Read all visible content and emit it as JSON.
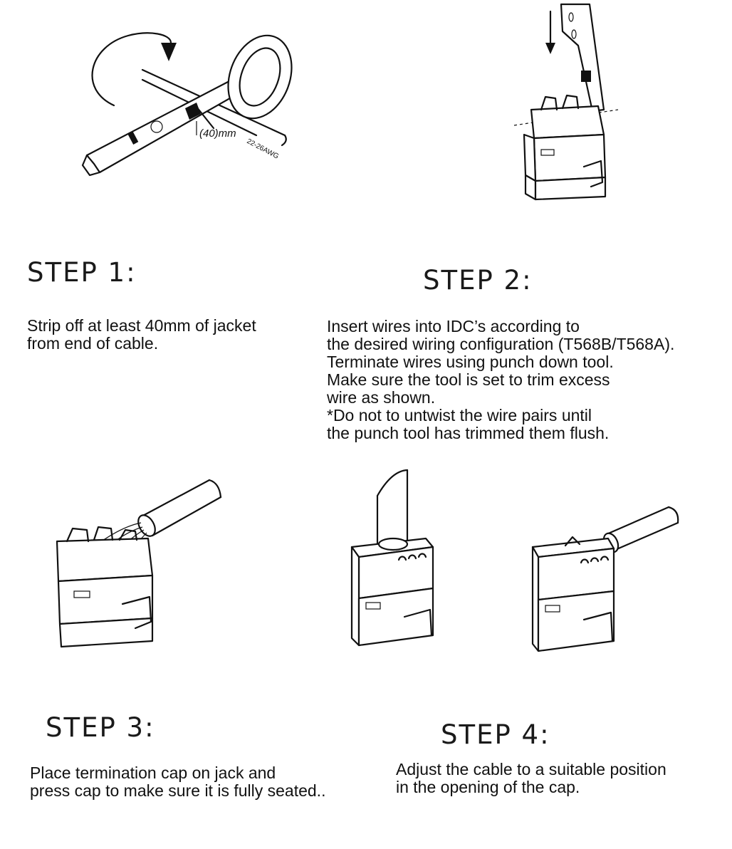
{
  "figure1": {
    "measure_label": "(40)mm",
    "gauge_label": "22-26AWG"
  },
  "steps": [
    {
      "title": "STEP 1:",
      "text": "Strip off at least 40mm of jacket\nfrom end of cable."
    },
    {
      "title": "STEP 2:",
      "text": "Insert wires into IDC’s according to\nthe desired wiring configuration (T568B/T568A).\nTerminate wires using punch down tool.\nMake sure the tool is set to trim excess\nwire as shown.\n*Do not to untwist the wire pairs until\nthe punch tool has trimmed them flush."
    },
    {
      "title": "STEP 3:",
      "text": "Place termination cap on jack and\npress cap to make sure it is fully seated.."
    },
    {
      "title": "STEP 4:",
      "text": "Adjust the cable to a suitable position\nin the opening of the cap."
    }
  ]
}
